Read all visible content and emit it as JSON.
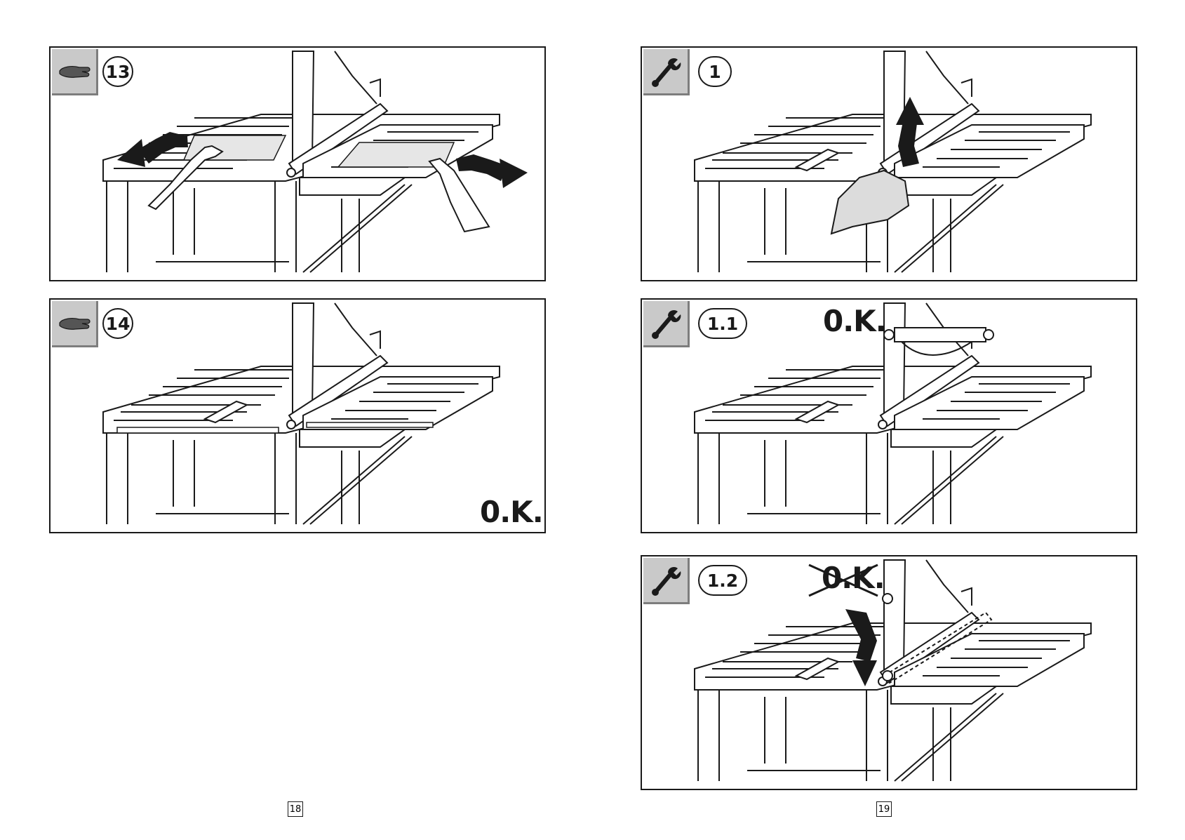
{
  "pages": {
    "left": "18",
    "right": "19"
  },
  "panels": {
    "p13": {
      "step": "13",
      "tool": "glove-icon"
    },
    "p14": {
      "step": "14",
      "tool": "glove-icon",
      "ok": "0.K."
    },
    "p1": {
      "step": "1",
      "tool": "wrench-icon"
    },
    "p1_1": {
      "step": "1.1",
      "tool": "wrench-icon",
      "ok": "0.K."
    },
    "p1_2": {
      "step": "1.2",
      "tool": "wrench-icon",
      "ok_crossed": "0.K."
    }
  }
}
